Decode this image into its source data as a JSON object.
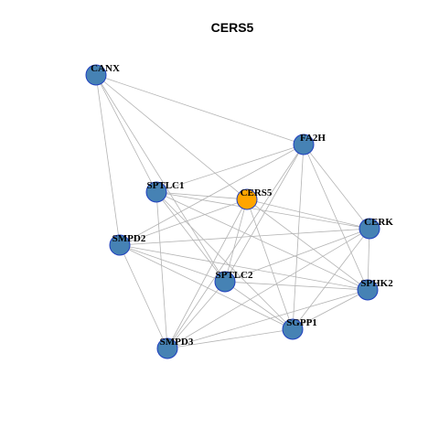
{
  "title": "CERS5",
  "colors": {
    "node_default": "#4682b4",
    "node_highlight": "#ffa500",
    "node_border": "#1f3fbf",
    "edge": "#b3b3b3"
  },
  "nodes": [
    {
      "id": "CANX",
      "highlight": false
    },
    {
      "id": "FA2H",
      "highlight": false
    },
    {
      "id": "SPTLC1",
      "highlight": false
    },
    {
      "id": "CERS5",
      "highlight": true
    },
    {
      "id": "SMPD2",
      "highlight": false
    },
    {
      "id": "CERK",
      "highlight": false
    },
    {
      "id": "SPTLC2",
      "highlight": false
    },
    {
      "id": "SPHK2",
      "highlight": false
    },
    {
      "id": "SGPP1",
      "highlight": false
    },
    {
      "id": "SMPD3",
      "highlight": false
    }
  ],
  "edges": [
    [
      "CANX",
      "FA2H"
    ],
    [
      "CANX",
      "SPTLC1"
    ],
    [
      "CANX",
      "CERS5"
    ],
    [
      "CANX",
      "SMPD2"
    ],
    [
      "CANX",
      "SPTLC2"
    ],
    [
      "FA2H",
      "SPTLC1"
    ],
    [
      "FA2H",
      "SMPD2"
    ],
    [
      "FA2H",
      "SPTLC2"
    ],
    [
      "FA2H",
      "SGPP1"
    ],
    [
      "FA2H",
      "SMPD3"
    ],
    [
      "FA2H",
      "CERK"
    ],
    [
      "FA2H",
      "SPHK2"
    ],
    [
      "SPTLC1",
      "CERS5"
    ],
    [
      "SPTLC1",
      "SPTLC2"
    ],
    [
      "SPTLC1",
      "SGPP1"
    ],
    [
      "SPTLC1",
      "SMPD3"
    ],
    [
      "SPTLC1",
      "CERK"
    ],
    [
      "SPTLC1",
      "SPHK2"
    ],
    [
      "CERS5",
      "SMPD2"
    ],
    [
      "CERS5",
      "SPTLC2"
    ],
    [
      "CERS5",
      "SGPP1"
    ],
    [
      "CERS5",
      "SMPD3"
    ],
    [
      "CERS5",
      "CERK"
    ],
    [
      "CERS5",
      "SPHK2"
    ],
    [
      "SMPD2",
      "SPTLC2"
    ],
    [
      "SMPD2",
      "SGPP1"
    ],
    [
      "SMPD2",
      "SMPD3"
    ],
    [
      "SMPD2",
      "CERK"
    ],
    [
      "SMPD2",
      "SPHK2"
    ],
    [
      "SPTLC2",
      "SGPP1"
    ],
    [
      "SPTLC2",
      "SMPD3"
    ],
    [
      "SPTLC2",
      "CERK"
    ],
    [
      "SPTLC2",
      "SPHK2"
    ],
    [
      "CERK",
      "SPHK2"
    ],
    [
      "CERK",
      "SGPP1"
    ],
    [
      "CERK",
      "SMPD3"
    ],
    [
      "SPHK2",
      "SGPP1"
    ],
    [
      "SPHK2",
      "SMPD3"
    ],
    [
      "SGPP1",
      "SMPD3"
    ]
  ]
}
